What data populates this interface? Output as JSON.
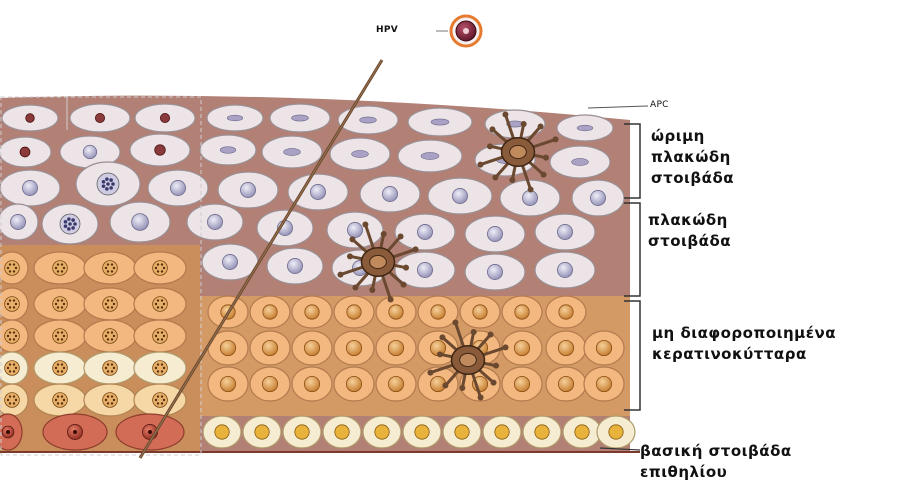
{
  "labels": {
    "hpv": "HPV",
    "apc": "APC",
    "mature_layer": [
      "ώριμη",
      "πλακώδη",
      "στοιβάδα"
    ],
    "squamous_layer": [
      "πλακώδη",
      "στοιβάδα"
    ],
    "undiff_layer": [
      "μη διαφοροποιημένα",
      "κερατινοκύτταρα"
    ],
    "basal_layer": [
      "βασική στοιβάδα",
      "επιθηλίου"
    ]
  },
  "colors": {
    "white_cell": "#ece4e6",
    "white_cell_edge": "#9a8f94",
    "white_nucleus": "#b7b4cf",
    "orange_cell": "#f2b87f",
    "orange_cell_edge": "#b27a4e",
    "orange_nucleus": "#d98e2f",
    "tissue_bg": "#b28074",
    "basal_red": "#d26c56",
    "apc_brown": "#6b4830",
    "needle": "#6d4a2f"
  }
}
